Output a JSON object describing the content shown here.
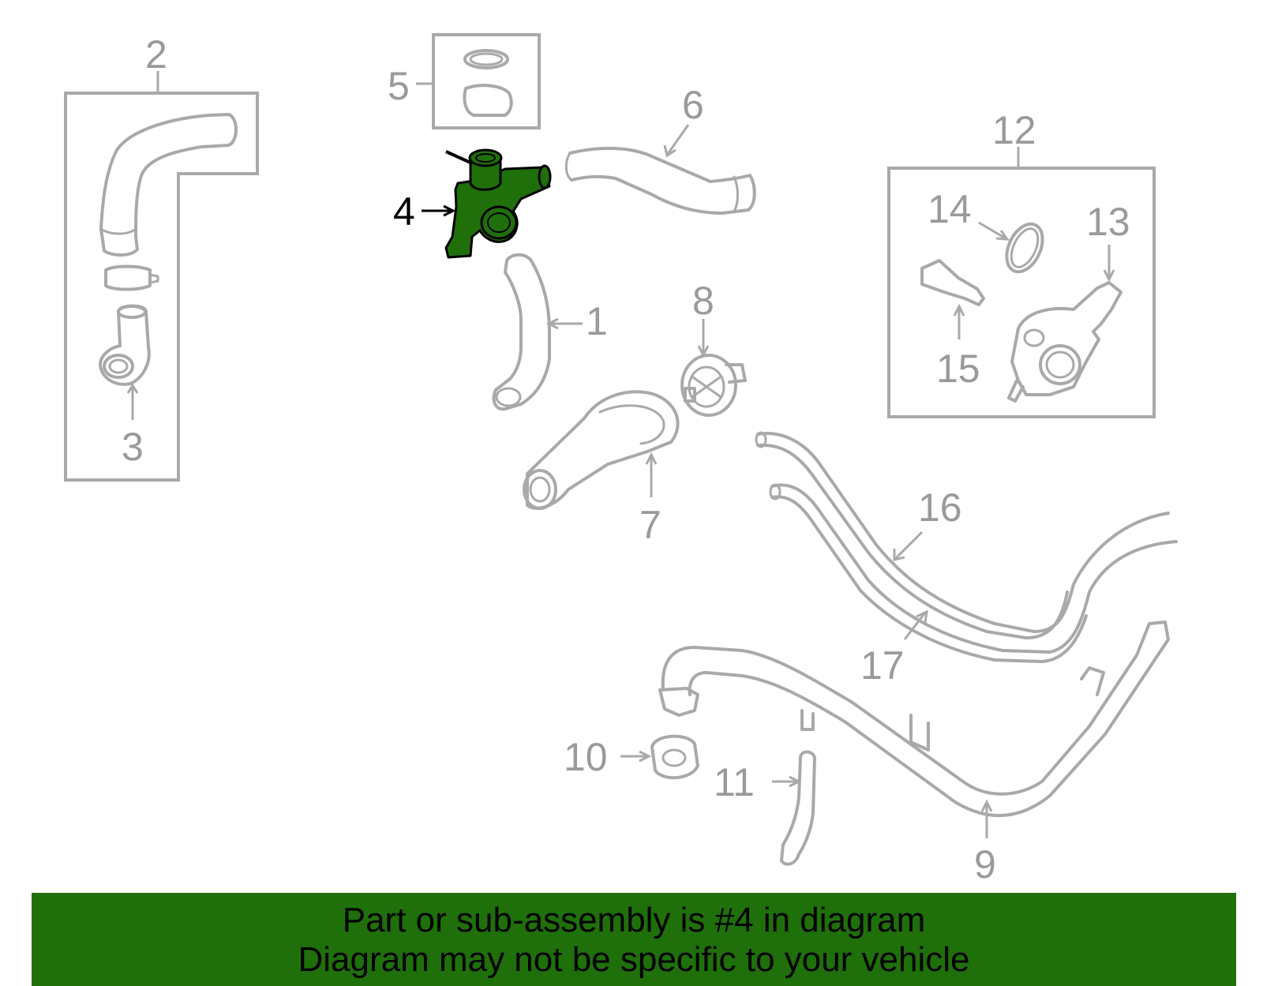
{
  "colors": {
    "highlight": "#1f6f0b",
    "line_art": "#a9a9a9",
    "callout_text": "#9a9a9a",
    "banner_background": "#1f6f0b"
  },
  "callouts": {
    "c1": "1",
    "c2": "2",
    "c3": "3",
    "c4": "4",
    "c5": "5",
    "c6": "6",
    "c7": "7",
    "c8": "8",
    "c9": "9",
    "c10": "10",
    "c11": "11",
    "c12": "12",
    "c13": "13",
    "c14": "14",
    "c15": "15",
    "c16": "16",
    "c17": "17"
  },
  "highlighted_part": "4",
  "banner": {
    "line1": "Part or sub-assembly is #4 in diagram",
    "line2": "Diagram may not be specific to your vehicle"
  }
}
